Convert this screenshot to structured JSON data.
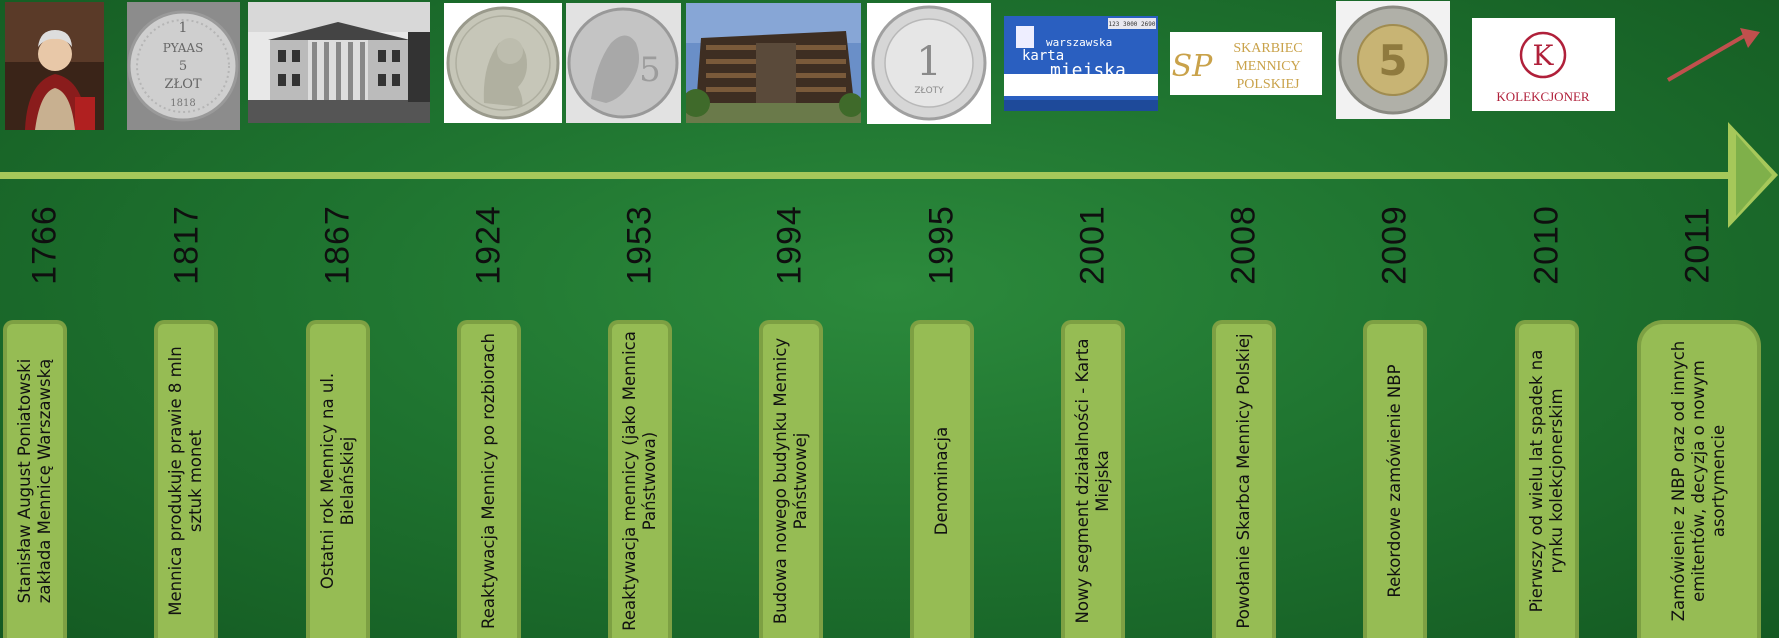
{
  "timeline": {
    "events": [
      {
        "year": "1766",
        "desc": "Stanisław August Poniatowski zakłada Mennicę Warszawską"
      },
      {
        "year": "1817",
        "desc": "Mennica produkuje prawie 8 mln sztuk monet"
      },
      {
        "year": "1867",
        "desc": "Ostatni rok Mennicy na ul. Bielańskiej"
      },
      {
        "year": "1924",
        "desc": "Reaktywacja Mennicy po rozbiorach"
      },
      {
        "year": "1953",
        "desc": "Reaktywacja mennicy (jako Mennica Państwowa)"
      },
      {
        "year": "1994",
        "desc": "Budowa nowego budynku Mennicy Państwowej"
      },
      {
        "year": "1995",
        "desc": "Denominacja"
      },
      {
        "year": "2001",
        "desc": "Nowy segment działalności - Karta Miejska"
      },
      {
        "year": "2008",
        "desc": "Powołanie Skarbca Mennicy Polskiej"
      },
      {
        "year": "2009",
        "desc": "Rekordowe zamówienie NBP"
      },
      {
        "year": "2010",
        "desc": "Pierwszy od wielu lat spadek na rynku kolekcjonerskim"
      },
      {
        "year": "2011",
        "desc": "Zamówienie z NBP oraz od innych emitentów, decyzja o nowym asortymencie"
      }
    ]
  },
  "images": {
    "coin1817": {
      "line1": "1",
      "line2": "PYAAS",
      "line3": "5",
      "line4": "ZŁOT",
      "line5": "1818"
    },
    "coin1995": {
      "value": "1",
      "unit": "ZŁOTY"
    },
    "karta": {
      "corner": "123 3000 2690",
      "line1": "warszawska",
      "line2": "karta",
      "line3": "miejska"
    },
    "skarbiec": {
      "monogram": "SP",
      "line1": "SKARBIEC",
      "line2": "MENNICY",
      "line3": "POLSKIEJ"
    },
    "coin2009": {
      "value": "5"
    },
    "kolekcjoner": {
      "letter": "K",
      "name": "KOLEKCJONER"
    }
  },
  "colors": {
    "background": "#1f7430",
    "axis": "#a6c85a",
    "card": "#96bc54",
    "card_border": "#7da043",
    "corner_arrow": "#c0504d"
  },
  "icons": {
    "corner_arrow": "arrow-up-right-icon",
    "axis_arrow": "arrow-right-icon"
  }
}
